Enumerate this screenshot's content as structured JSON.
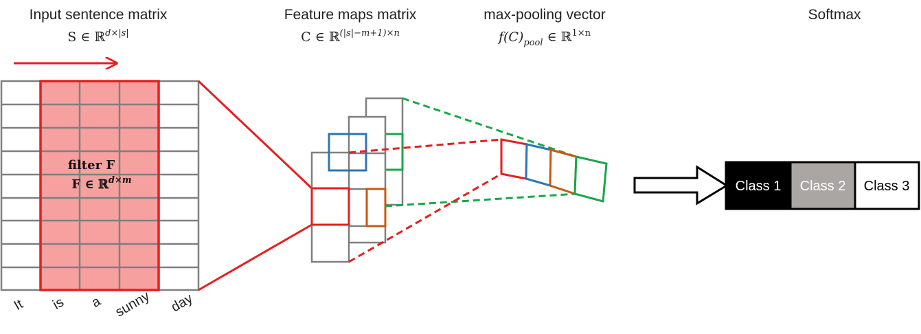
{
  "headings": {
    "input": {
      "title": "Input sentence matrix",
      "formula": "S ∈ ℝ",
      "formula_sup": "d×|s|"
    },
    "feature": {
      "title": "Feature maps matrix",
      "formula": "C ∈ ℝ",
      "formula_sup": "(|s|−m+1)×n"
    },
    "pooling": {
      "title": "max-pooling vector",
      "formula_pre": "f(C)",
      "formula_sub": "pool",
      "formula_post": " ∈ ℝ",
      "formula_sup": "1×n"
    },
    "softmax": {
      "title": "Softmax"
    }
  },
  "filter": {
    "label": "filter F",
    "formula": "F ∈ ℝ",
    "formula_sup": "d×m"
  },
  "words": [
    "It",
    "is",
    "a",
    "sunny",
    "day"
  ],
  "classes": [
    {
      "label": "Class 1",
      "fill": "#000000",
      "text": "#ffffff"
    },
    {
      "label": "Class 2",
      "fill": "#aaa6a4",
      "text": "#ffffff"
    },
    {
      "label": "Class 3",
      "fill": "#ffffff",
      "text": "#000000"
    }
  ],
  "colors": {
    "filter": "#e61e1e",
    "filter_fill": "#f7a0a0",
    "grid": "#7f7f7f",
    "map_blue": "#2e75b6",
    "map_green": "#1aa64a",
    "map_orange": "#c55a11"
  }
}
